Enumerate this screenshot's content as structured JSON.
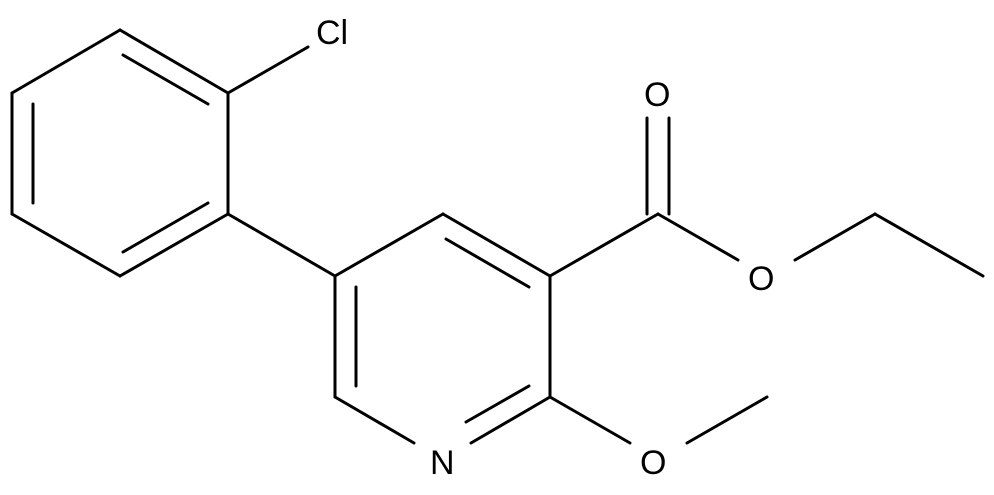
{
  "molecule": {
    "atoms": {
      "chlorine": "Cl",
      "carbonyl_oxygen": "O",
      "ester_oxygen": "O",
      "methoxy_oxygen": "O",
      "ring_nitrogen": "N"
    }
  },
  "colors": {
    "background": "#ffffff",
    "bond": "#000000",
    "label": "#000000"
  }
}
